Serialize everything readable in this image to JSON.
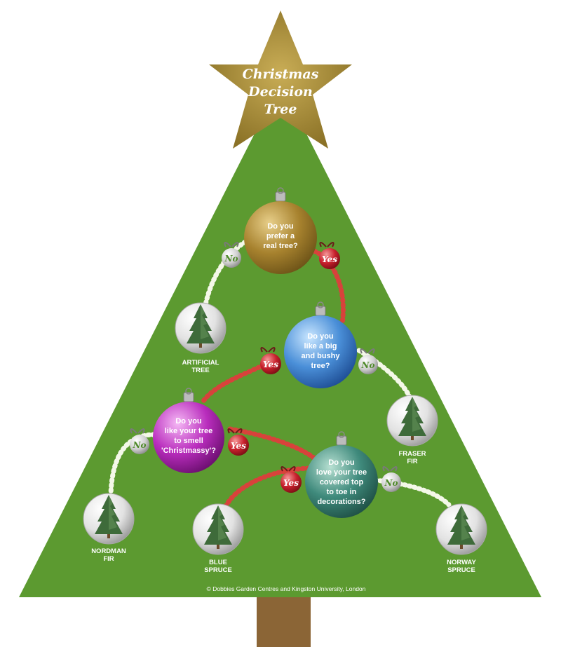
{
  "title": {
    "line1": "Christmas",
    "line2": "Decision",
    "line3": "Tree"
  },
  "credit": "© Dobbies Garden Centres and Kingston University, London",
  "questions": {
    "q1": [
      "Do you",
      "prefer a",
      "real tree?"
    ],
    "q2": [
      "Do you",
      "like a big",
      "and bushy",
      "tree?"
    ],
    "q3": [
      "Do you",
      "like your tree",
      "to smell",
      "'Christmassy'?"
    ],
    "q4": [
      "Do you",
      "love your tree",
      "covered top",
      "to toe in",
      "decorations?"
    ]
  },
  "answers": {
    "yes": "Yes",
    "no": "No"
  },
  "results": {
    "artificial": [
      "ARTIFICIAL",
      "TREE"
    ],
    "fraser": [
      "FRASER",
      "FIR"
    ],
    "nordman": [
      "NORDMAN",
      "FIR"
    ],
    "blue": [
      "BLUE",
      "SPRUCE"
    ],
    "norway": [
      "NORWAY",
      "SPRUCE"
    ]
  },
  "colors": {
    "tree": "#5c9a30",
    "trunk": "#8b6536",
    "star": "#9e8430",
    "q1": "#a7822e",
    "q2": "#4a8fd8",
    "q3": "#b92dbd",
    "q4": "#3f8a7c",
    "yes_tag": "#c8202c",
    "no_tag": "#cfcfcf",
    "yes_lights": "#d8423b",
    "no_lights": "#f4f8e8"
  }
}
